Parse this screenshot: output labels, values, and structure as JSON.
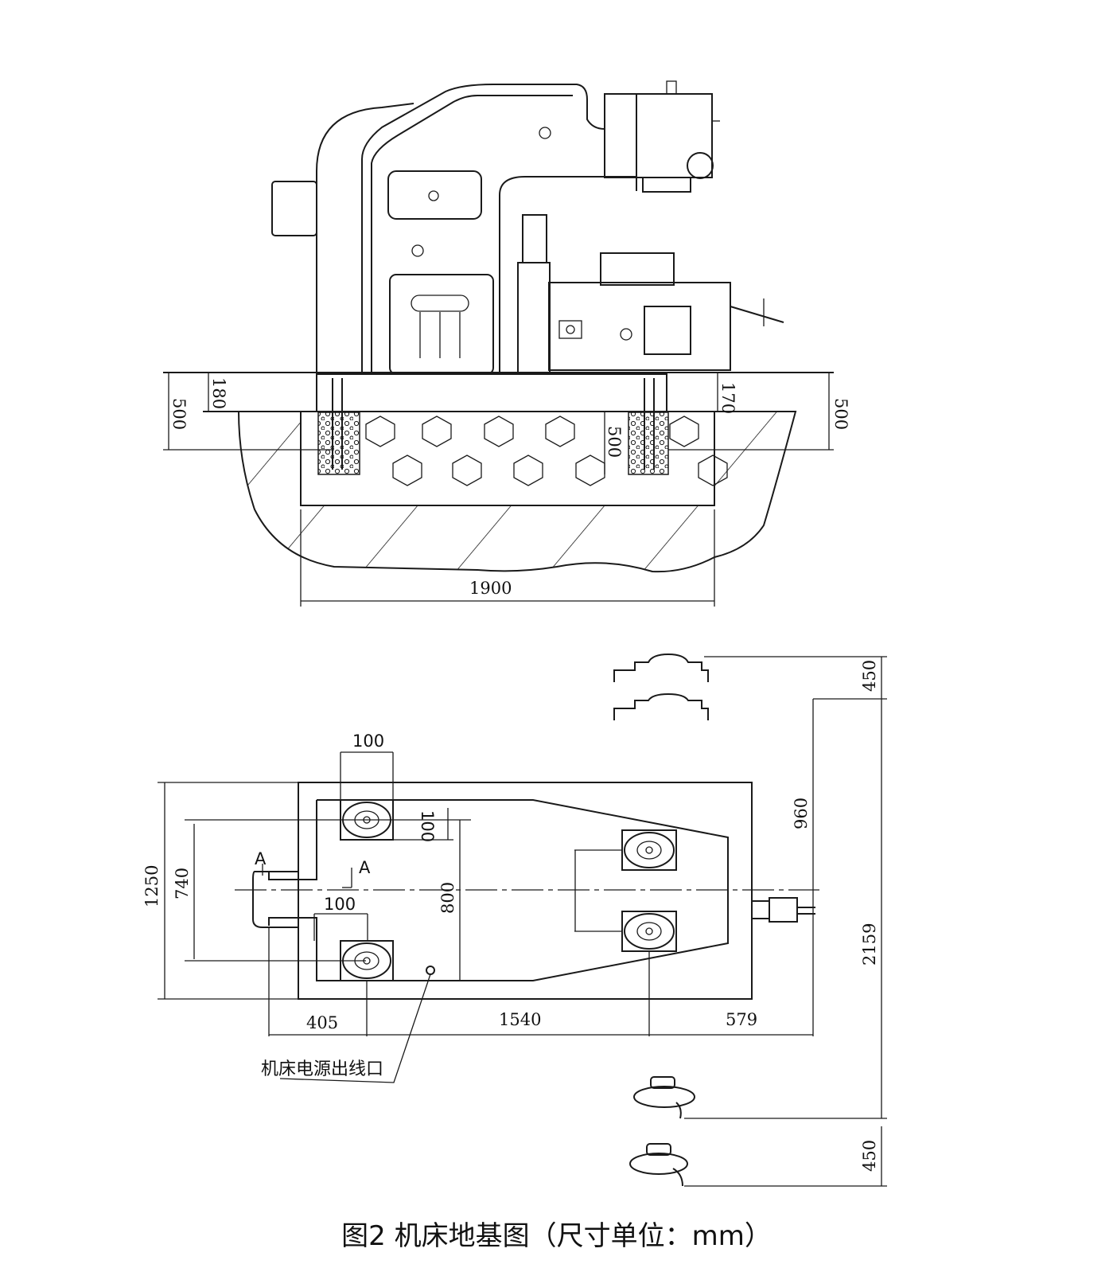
{
  "caption": "图2  机床地基图（尺寸单位：mm）",
  "elevation": {
    "dims": {
      "left_depth": "500",
      "left_bolt": "180",
      "right_bolt": "170",
      "right_depth": "500",
      "pocket_depth": "500",
      "width": "1900"
    }
  },
  "plan": {
    "dims": {
      "pad_width_top": "100",
      "pad_width_bottom": "100",
      "pad_offset": "100",
      "total_width": "1250",
      "bolt_span_left": "740",
      "bolt_span_mid": "800",
      "offset_960": "960",
      "total_length": "2159",
      "clear_top": "450",
      "clear_bottom": "450",
      "seg_405": "405",
      "seg_1540": "1540",
      "seg_579": "579"
    },
    "section_labels": {
      "a_left": "A",
      "a_right": "A"
    },
    "power_outlet_label": "机床电源出线口"
  }
}
